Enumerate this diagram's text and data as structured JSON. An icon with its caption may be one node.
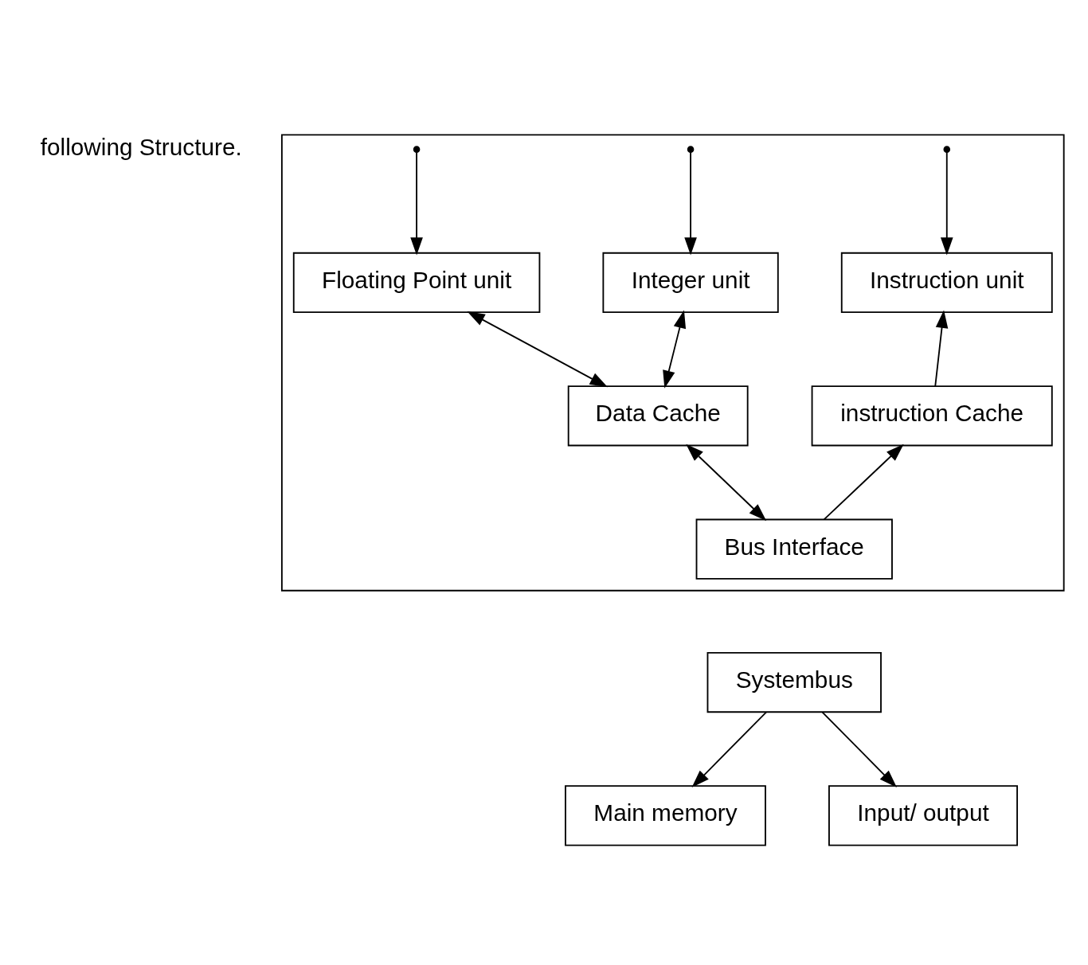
{
  "diagram": {
    "nodes": [
      {
        "text": [],
        "shape": "box"
      },
      {
        "text": [
          "Instruction unit"
        ],
        "in": 0
      },
      {
        "text": [
          "Integer unit"
        ],
        "in": 0
      },
      {
        "text": [
          "Floating Point unit"
        ],
        "in": 0
      },
      {
        "text": [
          "instruction Cache"
        ],
        "in": 0
      },
      {
        "text": [
          "Data Cache"
        ],
        "in": 0
      },
      {
        "text": [
          "Bus Interface"
        ],
        "in": 0
      },
      {
        "text": [
          "Systembus"
        ]
      },
      {
        "text": [
          "Main memory"
        ]
      },
      {
        "text": [
          "Input/ output"
        ]
      }
    ],
    "edges": [
      {
        "from": null,
        "to": 1,
        "arrow": "to"
      },
      {
        "from": null,
        "to": 2,
        "arrow": "to"
      },
      {
        "from": null,
        "to": 3,
        "arrow": "to"
      },
      {
        "from": 4,
        "to": 1,
        "arrow": "to"
      },
      {
        "from": 5,
        "to": 2,
        "arrow": "both"
      },
      {
        "from": 5,
        "to": 3,
        "arrow": "both"
      },
      {
        "from": 6,
        "to": 4,
        "arrow": "to"
      },
      {
        "from": 6,
        "to": 5,
        "arrow": "both"
      },
      {
        "from": 7,
        "to": 8,
        "arrow": "to"
      },
      {
        "from": 7,
        "to": 9,
        "arrow": "to"
      }
    ],
    "labels": [
      "following Structure."
    ]
  }
}
